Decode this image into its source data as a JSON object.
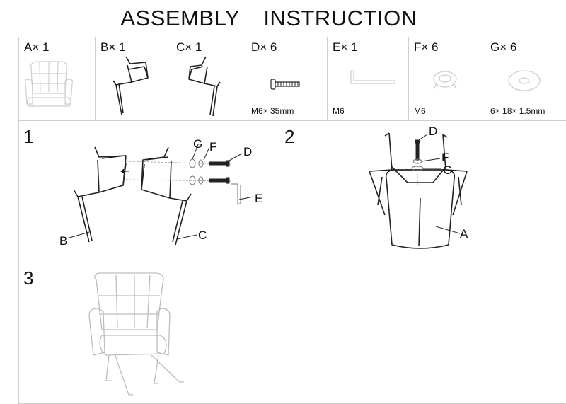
{
  "header": {
    "title_word1": "ASSEMBLY",
    "title_word2": "INSTRUCTION"
  },
  "parts": [
    {
      "label": "A× 1",
      "spec": "",
      "icon": "seat-icon"
    },
    {
      "label": "B× 1",
      "spec": "",
      "icon": "left-leg-frame-icon"
    },
    {
      "label": "C× 1",
      "spec": "",
      "icon": "right-leg-frame-icon"
    },
    {
      "label": "D× 6",
      "spec": "M6× 35mm",
      "icon": "bolt-icon"
    },
    {
      "label": "E× 1",
      "spec": "M6",
      "icon": "allen-key-icon"
    },
    {
      "label": "F× 6",
      "spec": "M6",
      "icon": "spring-washer-icon"
    },
    {
      "label": "G× 6",
      "spec": "6× 18× 1.5mm",
      "icon": "flat-washer-icon"
    }
  ],
  "steps": [
    {
      "number": "1",
      "callouts": {
        "G": "G",
        "F": "F",
        "D": "D",
        "E": "E",
        "B": "B",
        "C": "C"
      }
    },
    {
      "number": "2",
      "callouts": {
        "D": "D",
        "F": "F",
        "G": "G",
        "A": "A"
      }
    },
    {
      "number": "3"
    }
  ]
}
